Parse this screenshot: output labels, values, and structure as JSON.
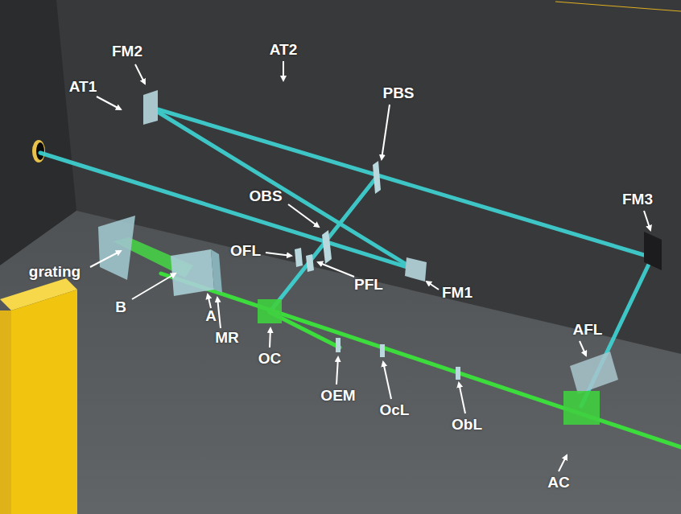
{
  "diagram": {
    "labels": [
      "FM2",
      "AT2",
      "AT1",
      "PBS",
      "OBS",
      "FM3",
      "OFL",
      "PFL",
      "FM1",
      "grating",
      "B",
      "A",
      "MR",
      "OC",
      "OEM",
      "OcL",
      "ObL",
      "AFL",
      "AC"
    ]
  }
}
